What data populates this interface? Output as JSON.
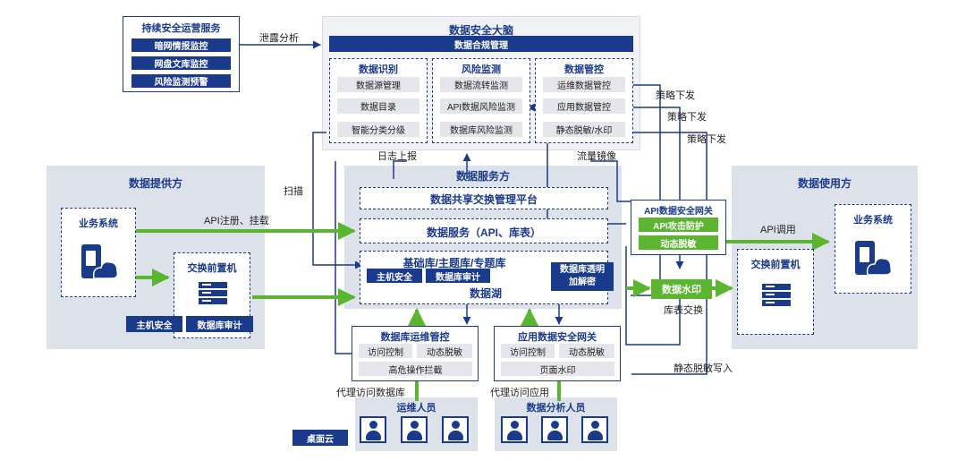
{
  "ops_service": {
    "title": "持续安全运营服务",
    "items": [
      "暗网情报监控",
      "网盘文库监控",
      "风险监测预警"
    ]
  },
  "brain": {
    "title": "数据安全大脑",
    "compliance": "数据合规管理",
    "columns": [
      {
        "title": "数据识别",
        "items": [
          "数据源管理",
          "数据目录",
          "智能分类分级"
        ]
      },
      {
        "title": "风险监测",
        "items": [
          "数据流转监测",
          "API数据风险监测",
          "数据库风险监测"
        ]
      },
      {
        "title": "数据管控",
        "items": [
          "运维数据管控",
          "应用数据管控",
          "静态脱敏/水印"
        ]
      }
    ]
  },
  "provider": {
    "title": "数据提供方",
    "biz": "业务系统",
    "exchange": "交换前置机",
    "host_security": "主机安全",
    "db_audit": "数据库审计"
  },
  "service_party": {
    "title": "数据服务方",
    "platform": "数据共享交换管理平台",
    "data_service": "数据服务（API、库表）",
    "base_db": "基础库/主题库/专题库",
    "host_security": "主机安全",
    "db_audit": "数据库审计",
    "encrypt": "数据库透明加解密",
    "lake": "数据湖"
  },
  "api_gateway": {
    "title": "API数据安全网关",
    "attack": "API攻击防护",
    "mask": "动态脱敏"
  },
  "consumer": {
    "title": "数据使用方",
    "biz": "业务系统",
    "exchange": "交换前置机"
  },
  "watermark": "数据水印",
  "db_ops": {
    "title": "数据库运维管控",
    "items": [
      "访问控制",
      "动态脱敏",
      "高危操作拦截"
    ]
  },
  "app_gateway": {
    "title": "应用数据安全网关",
    "items": [
      "访问控制",
      "动态脱敏",
      "页面水印"
    ]
  },
  "ops_staff": "运维人员",
  "analyst": "数据分析人员",
  "desktop_cloud": "桌面云",
  "labels": {
    "leak_analysis": "泄露分析",
    "policy1": "策略下发",
    "policy2": "策略下发",
    "policy3": "策略下发",
    "log_report": "日志上报",
    "traffic_mirror": "流量镜像",
    "scan": "扫描",
    "api_register": "API注册、挂载",
    "api_call": "API调用",
    "table_exchange": "库表交换",
    "static_mask_write": "静态脱敏写入",
    "proxy_db": "代理访问数据库",
    "proxy_app": "代理访问应用"
  }
}
